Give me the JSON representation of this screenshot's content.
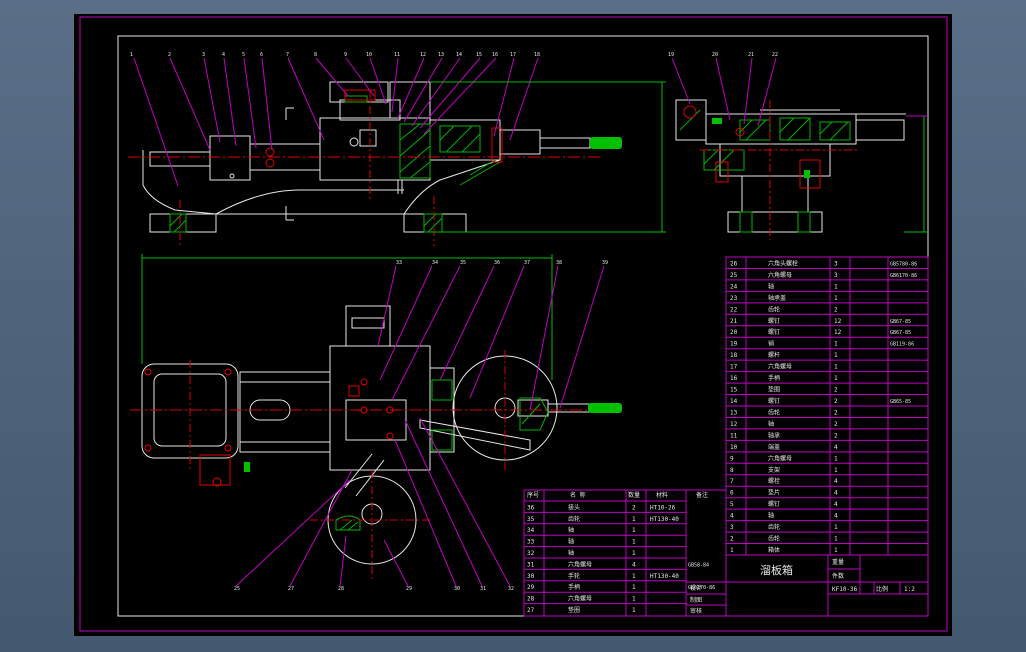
{
  "title_block": {
    "title": "溜板箱",
    "drawing_no": "KF10-36",
    "scale_label": "比例",
    "scale": "1:2",
    "design": "设计",
    "drafting": "制图",
    "review": "审核",
    "mass": "重量",
    "count": "件数"
  },
  "parts_header": {
    "no": "序号",
    "name": "名 称",
    "qty": "数量",
    "material": "材料",
    "remark": "备注"
  },
  "parts_right": [
    {
      "no": "26",
      "name": "六角头螺栓",
      "qty": "3",
      "remark": "GB5780-86"
    },
    {
      "no": "25",
      "name": "六角螺母",
      "qty": "3",
      "remark": "GB6170-86"
    },
    {
      "no": "24",
      "name": "轴",
      "qty": "1",
      "remark": ""
    },
    {
      "no": "23",
      "name": "轴承盖",
      "qty": "1",
      "remark": ""
    },
    {
      "no": "22",
      "name": "齿轮",
      "qty": "2",
      "remark": ""
    },
    {
      "no": "21",
      "name": "螺钉",
      "qty": "12",
      "remark": "GB67-85"
    },
    {
      "no": "20",
      "name": "螺钉",
      "qty": "12",
      "remark": "GB67-85"
    },
    {
      "no": "19",
      "name": "销",
      "qty": "1",
      "remark": "GB119-86"
    },
    {
      "no": "18",
      "name": "螺杆",
      "qty": "1",
      "remark": ""
    },
    {
      "no": "17",
      "name": "六角螺母",
      "qty": "1",
      "remark": ""
    },
    {
      "no": "16",
      "name": "手柄",
      "qty": "1",
      "remark": ""
    },
    {
      "no": "15",
      "name": "垫圈",
      "qty": "2",
      "remark": ""
    },
    {
      "no": "14",
      "name": "螺钉",
      "qty": "2",
      "remark": "GB65-85"
    },
    {
      "no": "13",
      "name": "齿轮",
      "qty": "2",
      "remark": ""
    },
    {
      "no": "12",
      "name": "轴",
      "qty": "2",
      "remark": ""
    },
    {
      "no": "11",
      "name": "轴承",
      "qty": "2",
      "remark": ""
    },
    {
      "no": "10",
      "name": "端盖",
      "qty": "4",
      "remark": ""
    },
    {
      "no": "9",
      "name": "六角螺母",
      "qty": "1",
      "remark": ""
    },
    {
      "no": "8",
      "name": "支架",
      "qty": "1",
      "remark": ""
    },
    {
      "no": "7",
      "name": "螺栓",
      "qty": "4",
      "remark": ""
    },
    {
      "no": "6",
      "name": "垫片",
      "qty": "4",
      "remark": ""
    },
    {
      "no": "5",
      "name": "螺钉",
      "qty": "4",
      "remark": ""
    },
    {
      "no": "4",
      "name": "轴",
      "qty": "4",
      "remark": ""
    },
    {
      "no": "3",
      "name": "齿轮",
      "qty": "1",
      "remark": ""
    },
    {
      "no": "2",
      "name": "齿轮",
      "qty": "1",
      "remark": ""
    },
    {
      "no": "1",
      "name": "箱体",
      "qty": "1",
      "remark": ""
    }
  ],
  "parts_left": [
    {
      "no": "36",
      "name": "接头",
      "qty": "2",
      "material": "HT10-26",
      "remark": ""
    },
    {
      "no": "35",
      "name": "齿轮",
      "qty": "1",
      "material": "HT130-40",
      "remark": ""
    },
    {
      "no": "34",
      "name": "轴",
      "qty": "1",
      "material": "",
      "remark": ""
    },
    {
      "no": "33",
      "name": "轴",
      "qty": "1",
      "material": "",
      "remark": ""
    },
    {
      "no": "32",
      "name": "轴",
      "qty": "1",
      "material": "",
      "remark": ""
    },
    {
      "no": "31",
      "name": "六角螺母",
      "qty": "4",
      "material": "",
      "remark": "GB58-84"
    },
    {
      "no": "30",
      "name": "手轮",
      "qty": "1",
      "material": "HT130-40",
      "remark": ""
    },
    {
      "no": "29",
      "name": "手柄",
      "qty": "1",
      "material": "",
      "remark": "GB6170-86"
    },
    {
      "no": "28",
      "name": "六角螺母",
      "qty": "1",
      "material": "",
      "remark": ""
    },
    {
      "no": "27",
      "name": "垫圈",
      "qty": "1",
      "material": "",
      "remark": ""
    }
  ]
}
